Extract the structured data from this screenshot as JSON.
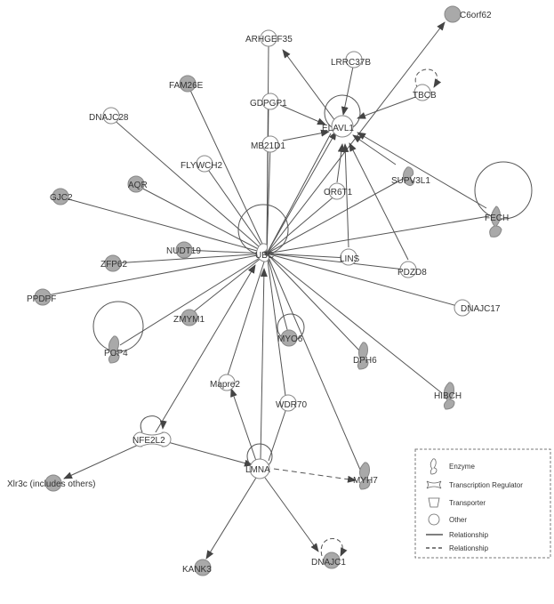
{
  "colors": {
    "edge": "#555555",
    "node_gray": "#a9a9a9",
    "node_white": "#ffffff",
    "node_stroke": "#888888",
    "legend_border": "#777777"
  },
  "nodes": {
    "ubc": "UBC",
    "elavl1": "ELAVL1",
    "lmna": "LMNA",
    "c6orf62": "C6orf62",
    "arhgef35": "ARHGEF35",
    "lrrc37b": "LRRC37B",
    "tbcb": "TBCB",
    "fam26e": "FAM26E",
    "gdpgp1": "GDPGP1",
    "dnajc28": "DNAJC28",
    "flywch2": "FLYWCH2",
    "mb21d1": "MB21D1",
    "supv3l1": "SUPV3L1",
    "fech": "FECH",
    "gjc2": "GJC2",
    "aqr": "AQR",
    "or6t1": "OR6T1",
    "nudt19": "NUDT19",
    "zfp62": "ZFP62",
    "lins": "LINS",
    "pdzd8": "PDZD8",
    "ppdpf": "PPDPF",
    "dnajc17": "DNAJC17",
    "zmym1": "ZMYM1",
    "pop4": "POP4",
    "myo6": "MYO6",
    "dph6": "DPH6",
    "hibch": "HIBCH",
    "mapre2": "Mapre2",
    "wdr70": "WDR70",
    "nfe2l2": "NFE2L2",
    "xlr3c": "Xlr3c (includes others)",
    "myh7": "MYH7",
    "kank3": "KANK3",
    "dnajc1": "DNAJC1"
  },
  "legend": {
    "enzyme": "Enzyme",
    "transcription_regulator": "Transcription Regulator",
    "transporter": "Transporter",
    "other": "Other",
    "relationship_solid": "Relationship",
    "relationship_dashed": "Relationship"
  }
}
